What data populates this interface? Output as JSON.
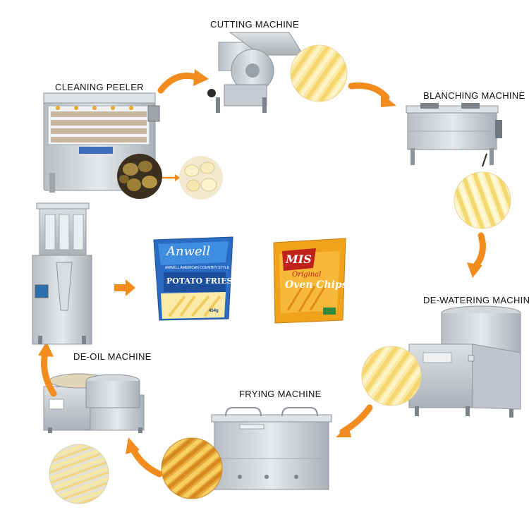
{
  "diagram": {
    "stages": [
      {
        "id": "cleaning",
        "label": "CLEANING  PEELER"
      },
      {
        "id": "cutting",
        "label": "CUTTING MACHINE"
      },
      {
        "id": "blanching",
        "label": "BLANCHING MACHINE"
      },
      {
        "id": "dewatering",
        "label": "DE-WATERING MACHINE"
      },
      {
        "id": "frying",
        "label": "FRYING MACHINE"
      },
      {
        "id": "deoil",
        "label": "DE-OIL  MACHINE"
      }
    ],
    "products": [
      {
        "brand": "Anwell",
        "subtitle": "ANWELL AMERICAN COUNTRY STYLE",
        "name": "POTATO FRIES",
        "weight": "454g"
      },
      {
        "brand": "MIS",
        "line1": "Original",
        "line2": "Oven Chips"
      }
    ],
    "colors": {
      "arrow": "#f28c1e",
      "steel": "#c9ced3",
      "steel_dark": "#8e959c",
      "fries": "#f3d97a",
      "potato": "#a8893f",
      "bag_blue": "#2a6bc4",
      "bag_orange": "#f0a21b"
    }
  }
}
